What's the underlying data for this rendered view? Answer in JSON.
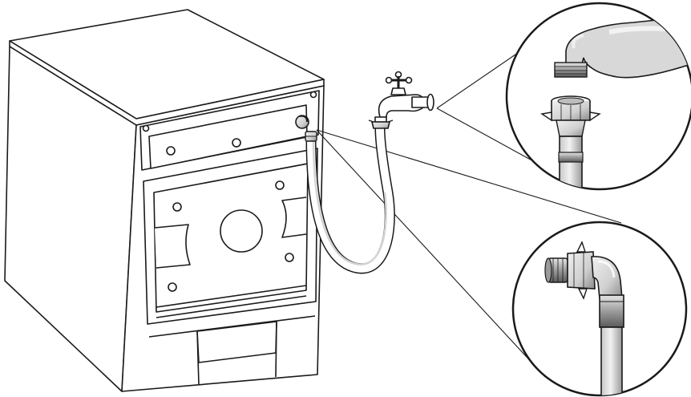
{
  "colors": {
    "line": "#1a1a1a",
    "paper": "#ffffff",
    "hose_fill": "#e8e8e8",
    "hose_shade": "#bdbdbd",
    "metal_dark": "#6e6e6e",
    "metal_mid": "#a8a8a8",
    "panel_fill": "#f4f4f4"
  },
  "icons": {
    "tap": "faucet-icon",
    "washer": "washing-machine-illustration",
    "detail_top": "tap-connector-detail",
    "detail_bottom": "inlet-valve-connector-detail"
  }
}
